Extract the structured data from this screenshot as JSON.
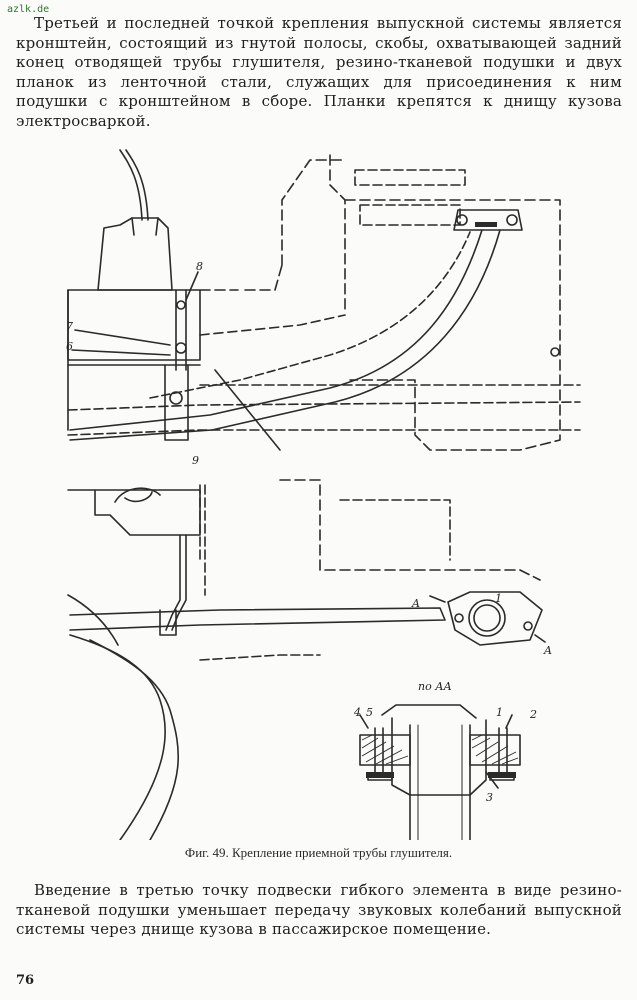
{
  "watermark": "azlk.de",
  "paragraphs": {
    "intro": "Третьей и последней точкой крепления выпускной системы является кронштейн, состоящий из гнутой полосы, скобы, охватывающей задний конец отводящей трубы глушителя, резино-тканевой подушки и двух планок из ленточной стали, служащих для присоединения к ним подушки с кронштейном в сборе. Планки крепятся к днищу кузова электросваркой.",
    "outro": "Введение в третью точку подвески гибкого элемента в виде резино-тканевой подушки уменьшает передачу звуковых колебаний выпускной системы через днище кузова в пассажирское помещение."
  },
  "figure": {
    "caption": "Фиг. 49. Крепление приемной трубы глушителя.",
    "callouts": {
      "n8": "8",
      "n7": "7",
      "n6": "6",
      "n9": "9",
      "n4": "4",
      "n5": "5",
      "n1_top": "1",
      "n1": "1",
      "n2": "2",
      "n3": "3",
      "section_a_left": "A",
      "section_a_right": "A",
      "section_title": "по АА"
    }
  },
  "page_number": "76"
}
